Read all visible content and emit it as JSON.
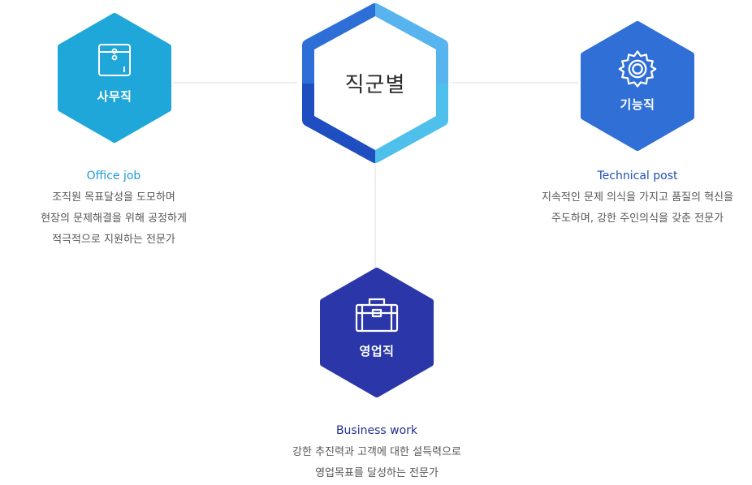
{
  "center": {
    "label": "직군별"
  },
  "colors": {
    "office": "#1fa7da",
    "tech": "#2f6fd6",
    "sales": "#2b37a8",
    "ring_top_left": "#2d6fd6",
    "ring_top_right": "#58b4ee",
    "ring_bottom_left": "#1f4ec0",
    "ring_bottom_right": "#4fc0ec",
    "connector": "#dddddd"
  },
  "office": {
    "label": "사무직",
    "icon": "envelope-icon",
    "title": "Office job",
    "lines": [
      "조직원 목표달성을 도모하며",
      "현장의 문제해결을 위해 공정하게",
      "적극적으로 지원하는 전문가"
    ]
  },
  "tech": {
    "label": "기능직",
    "icon": "gear-icon",
    "title": "Technical post",
    "lines": [
      "지속적인 문제 의식을 가지고 품질의 혁신을",
      "주도하며, 강한 주인의식을 갖춘 전문가"
    ]
  },
  "sales": {
    "label": "영업직",
    "icon": "briefcase-icon",
    "title": "Business work",
    "lines": [
      "강한 추진력과 고객에 대한 설득력으로",
      "영업목표를 달성하는 전문가"
    ]
  }
}
